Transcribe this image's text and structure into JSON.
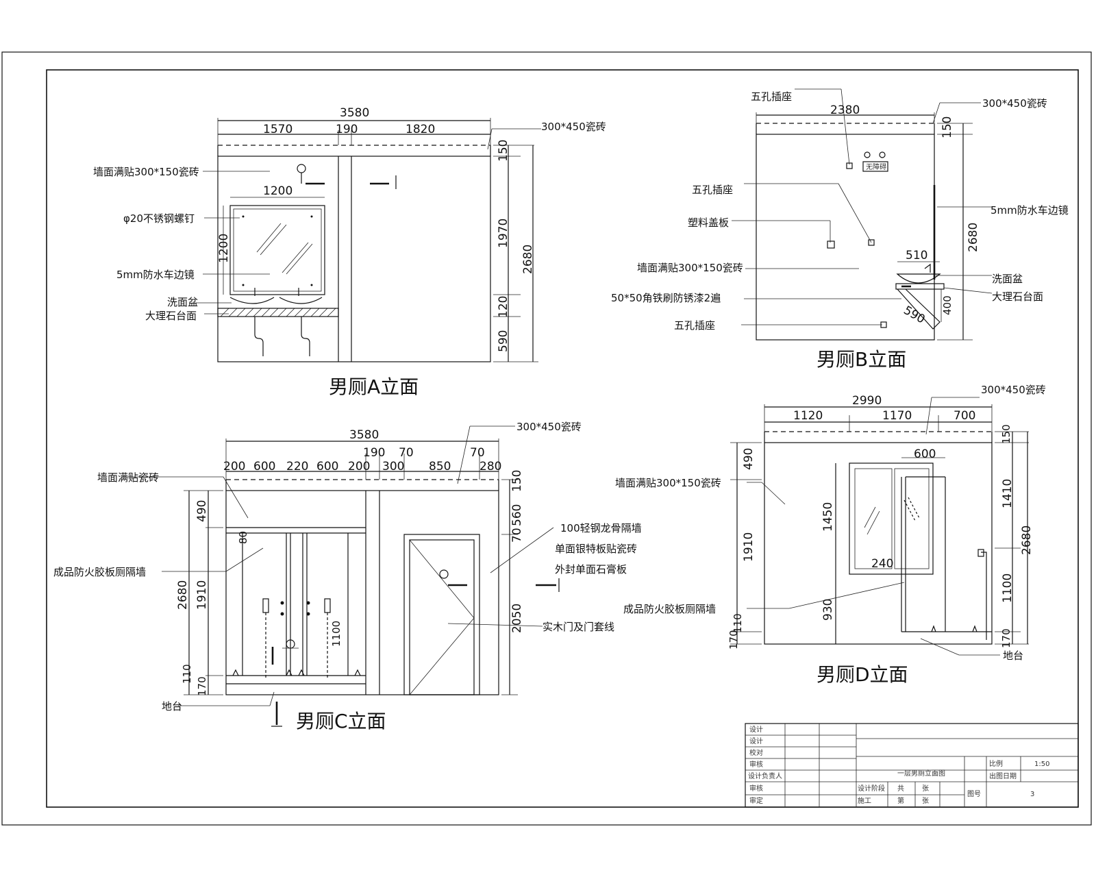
{
  "elevation_a": {
    "title": "男厕A立面",
    "dim_total": "3580",
    "dims_top": [
      "1570",
      "190",
      "1820"
    ],
    "dim_mirror_w": "1200",
    "dim_mirror_h": "1200",
    "dims_right": [
      "150",
      "1970",
      "120",
      "590"
    ],
    "dim_height": "2680",
    "labels": {
      "tile_top": "300*450瓷砖",
      "wall_tile": "墙面满贴300*150瓷砖",
      "screw": "φ20不锈钢螺钉",
      "mirror": "5mm防水车边镜",
      "basin": "洗面盆",
      "marble": "大理石台面"
    }
  },
  "elevation_b": {
    "title": "男厕B立面",
    "dim_total": "2380",
    "dim_top": "150",
    "dim_height": "2680",
    "dim_basin": "510",
    "dim_counter": "400",
    "dim_bracket": "590",
    "plate_text": "无障碍",
    "labels": {
      "socket_top": "五孔插座",
      "tile_top": "300*450瓷砖",
      "socket_mid": "五孔插座",
      "plastic_cover": "塑料盖板",
      "mirror": "5mm防水车边镜",
      "wall_tile": "墙面满贴300*150瓷砖",
      "basin": "洗面盆",
      "angle_iron": "50*50角铁刷防锈漆2遍",
      "marble": "大理石台面",
      "socket_low": "五孔插座"
    }
  },
  "elevation_c": {
    "title": "男厕C立面",
    "dim_total": "3580",
    "dims_top_row1": [
      "190",
      "70",
      "70"
    ],
    "dims_top_row2": [
      "200",
      "600",
      "220",
      "600",
      "200",
      "300",
      "850",
      "280"
    ],
    "dims_left": [
      "490",
      "1910",
      "110",
      "170"
    ],
    "dim_height": "2680",
    "dims_right": [
      "150",
      "560",
      "70",
      "2050"
    ],
    "dim_80": "80",
    "dim_1100": "1100",
    "labels": {
      "tile_top": "300*450瓷砖",
      "wall_tile": "墙面满贴瓷砖",
      "partition": "成品防火胶板厕隔墙",
      "stud_wall_1": "100轻钢龙骨隔墙",
      "stud_wall_2": "单面银特板贴瓷砖",
      "stud_wall_3": "外封单面石膏板",
      "door": "实木门及门套线",
      "platform": "地台"
    }
  },
  "elevation_d": {
    "title": "男厕D立面",
    "dim_total": "2990",
    "dims_top": [
      "1120",
      "1170",
      "700"
    ],
    "dim_600": "600",
    "dims_left": [
      "490",
      "1910",
      "110",
      "170"
    ],
    "dim_1450": "1450",
    "dim_930": "930",
    "dim_240": "240",
    "dims_right": [
      "150",
      "1410",
      "1100",
      "170"
    ],
    "dim_height": "2680",
    "labels": {
      "tile_top": "300*450瓷砖",
      "wall_tile": "墙面满贴300*150瓷砖",
      "partition": "成品防火胶板厕隔墙",
      "platform": "地台"
    }
  },
  "title_block": {
    "roles": [
      "设计",
      "设计",
      "校对",
      "审核",
      "设计负责人",
      "审核",
      "审定"
    ],
    "drawing_name": "一层男厕立面图",
    "scale_label": "比例",
    "scale_value": "1:50",
    "issue_date": "出图日期",
    "phase_label": "设计阶段",
    "phase_value": "施工",
    "sheet_label": "共",
    "sheet_unit": "张",
    "page_label": "第",
    "page_unit": "张",
    "drawing_no_label": "图号",
    "drawing_no": "3"
  }
}
